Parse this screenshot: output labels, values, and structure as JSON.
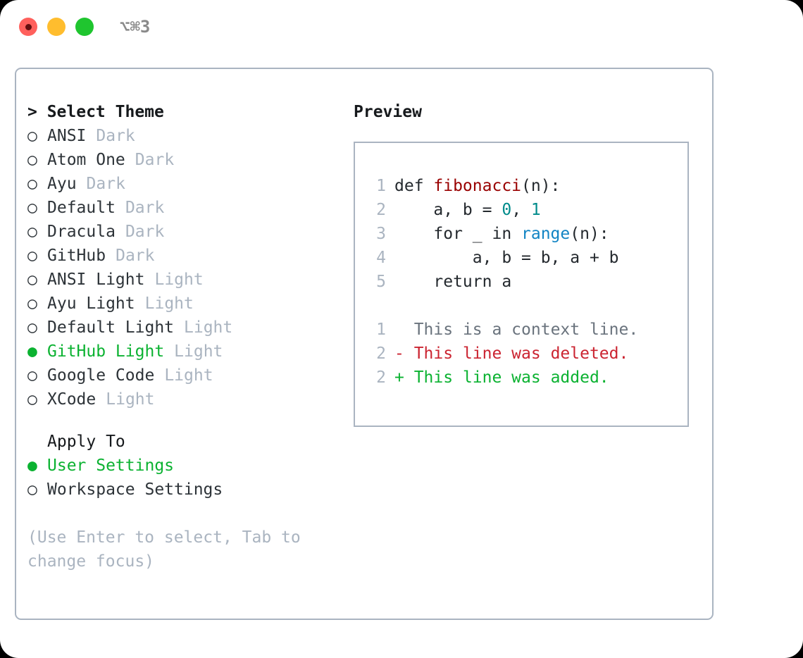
{
  "window": {
    "shortcut_label": "⌥⌘3",
    "traffic_lights": [
      {
        "name": "close",
        "color": "#ff605c"
      },
      {
        "name": "minimize",
        "color": "#ffbd2e"
      },
      {
        "name": "zoom",
        "color": "#1fc52f"
      }
    ]
  },
  "colors": {
    "accent_green": "#0bb231",
    "muted": "#aab4c0",
    "text": "#2d3338",
    "border": "#aab4c1",
    "func_red": "#990000",
    "number_teal": "#008b8b",
    "builtin_blue": "#1184c4",
    "diff_del": "#cb2431",
    "diff_add": "#0bb231",
    "diff_ctx": "#6a737d"
  },
  "left": {
    "header": "> Select Theme",
    "themes": [
      {
        "bullet": "○",
        "name": "ANSI",
        "suffix": "Dark",
        "selected": false
      },
      {
        "bullet": "○",
        "name": "Atom One",
        "suffix": "Dark",
        "selected": false
      },
      {
        "bullet": "○",
        "name": "Ayu",
        "suffix": "Dark",
        "selected": false
      },
      {
        "bullet": "○",
        "name": "Default",
        "suffix": "Dark",
        "selected": false
      },
      {
        "bullet": "○",
        "name": "Dracula",
        "suffix": "Dark",
        "selected": false
      },
      {
        "bullet": "○",
        "name": "GitHub",
        "suffix": "Dark",
        "selected": false
      },
      {
        "bullet": "○",
        "name": "ANSI Light",
        "suffix": "Light",
        "selected": false
      },
      {
        "bullet": "○",
        "name": "Ayu Light",
        "suffix": "Light",
        "selected": false
      },
      {
        "bullet": "○",
        "name": "Default Light",
        "suffix": "Light",
        "selected": false
      },
      {
        "bullet": "●",
        "name": "GitHub Light",
        "suffix": "Light",
        "selected": true
      },
      {
        "bullet": "○",
        "name": "Google Code",
        "suffix": "Light",
        "selected": false
      },
      {
        "bullet": "○",
        "name": "XCode",
        "suffix": "Light",
        "selected": false
      }
    ],
    "apply_to": {
      "label": "Apply To",
      "options": [
        {
          "bullet": "●",
          "name": "User Settings",
          "selected": true
        },
        {
          "bullet": "○",
          "name": "Workspace Settings",
          "selected": false
        }
      ]
    },
    "hint": "(Use Enter to select, Tab to change focus)"
  },
  "right": {
    "header": "Preview",
    "code_lines": [
      {
        "number": "1",
        "tokens": [
          {
            "text": "def ",
            "kind": "plain"
          },
          {
            "text": "fibonacci",
            "kind": "func"
          },
          {
            "text": "(n):",
            "kind": "plain"
          }
        ]
      },
      {
        "number": "2",
        "tokens": [
          {
            "text": "    a, b = ",
            "kind": "plain"
          },
          {
            "text": "0",
            "kind": "num"
          },
          {
            "text": ", ",
            "kind": "plain"
          },
          {
            "text": "1",
            "kind": "num"
          }
        ]
      },
      {
        "number": "3",
        "tokens": [
          {
            "text": "    for _ in ",
            "kind": "plain"
          },
          {
            "text": "range",
            "kind": "builtin"
          },
          {
            "text": "(n):",
            "kind": "plain"
          }
        ]
      },
      {
        "number": "4",
        "tokens": [
          {
            "text": "        a, b = b, a + b",
            "kind": "plain"
          }
        ]
      },
      {
        "number": "5",
        "tokens": [
          {
            "text": "    return a",
            "kind": "plain"
          }
        ]
      }
    ],
    "diff_lines": [
      {
        "number": "1",
        "marker": " ",
        "text": " This is a context line.",
        "kind": "ctx"
      },
      {
        "number": "2",
        "marker": "-",
        "text": " This line was deleted.",
        "kind": "del"
      },
      {
        "number": "2",
        "marker": "+",
        "text": " This line was added.",
        "kind": "add"
      }
    ]
  }
}
